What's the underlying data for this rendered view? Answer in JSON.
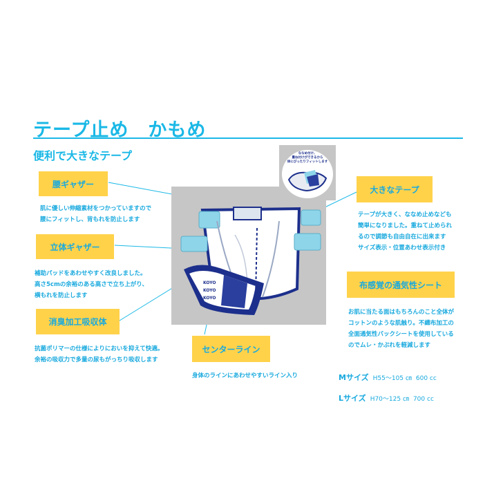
{
  "title": "テープ止め　かもめ",
  "subtitle": "便利で大きなテープ",
  "features": {
    "waist_gather": {
      "label": "腰ギャザー",
      "desc": [
        "肌に優しい伸縮素材をつかっていますので",
        "腰にフィットし、背もれを防止します"
      ]
    },
    "standing_gather": {
      "label": "立体ギャザー",
      "desc": [
        "補助パッドをあわせやすく改良しました。",
        "高さ5cmの余裕のある高さで立ち上がり、",
        "横もれを防止します"
      ]
    },
    "deodorant_absorber": {
      "label": "消臭加工吸収体",
      "desc": [
        "抗菌ポリマーの仕様によりにおいを抑えて快適。",
        "余裕の吸収力で多量の尿もがっちり吸収します"
      ]
    },
    "center_line": {
      "label": "センターライン",
      "desc": [
        "身体のラインにあわせやすいライン入り"
      ]
    },
    "big_tape": {
      "label": "大きなテープ",
      "desc": [
        "テープが大きく、ななめ止めなども",
        "簡単になりました。重ねて止められ",
        "るので調節も自由自在に出来ます",
        "サイズ表示・位置あわせ表示付き"
      ]
    },
    "breathable_sheet": {
      "label": "布感覚の通気性シート",
      "desc": [
        "お肌に当たる面はもちろんのこと全体が",
        "コットンのような肌触り。不織布加工の",
        "全面通気性バックシートを使用している",
        "のでムレ・かぶれを軽減します"
      ]
    }
  },
  "inset_caption": [
    "ななめ付け、",
    "重ね付けができるから",
    "体にぴったりフィットします"
  ],
  "pad_print": [
    "KOYO",
    "KOYO",
    "KOYO"
  ],
  "sizes": [
    {
      "name": "Mサイズ",
      "range": "H55～105 ㎝",
      "volume": "600 cc"
    },
    {
      "name": "Lサイズ",
      "range": "H70～125 ㎝",
      "volume": "700 cc"
    }
  ],
  "colors": {
    "accent": "#1ab8e6",
    "label_bg": "#ffd24a",
    "photo_bg": "#c6c6c6",
    "diaper_navy": "#1c2f8c",
    "tape_cyan": "#8ed5ea"
  },
  "icons": [
    "diaper-illustration",
    "tape-detail-illustration"
  ]
}
